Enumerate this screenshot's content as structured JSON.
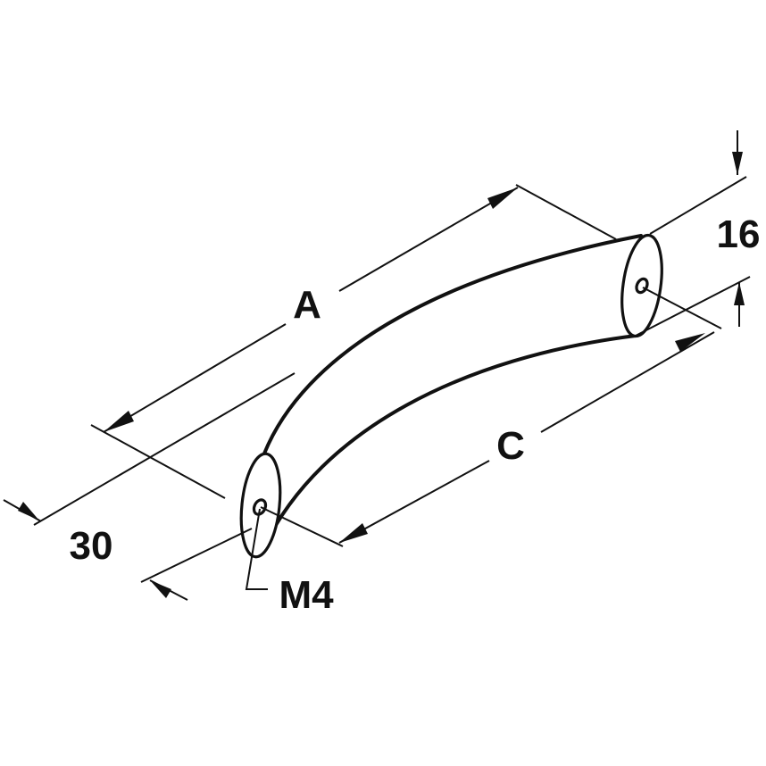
{
  "diagram": {
    "labels": {
      "length_overall": "A",
      "center_distance": "C",
      "height": "16",
      "projection": "30",
      "thread": "M4"
    },
    "colors": {
      "line": "#111111",
      "background": "#ffffff"
    }
  }
}
